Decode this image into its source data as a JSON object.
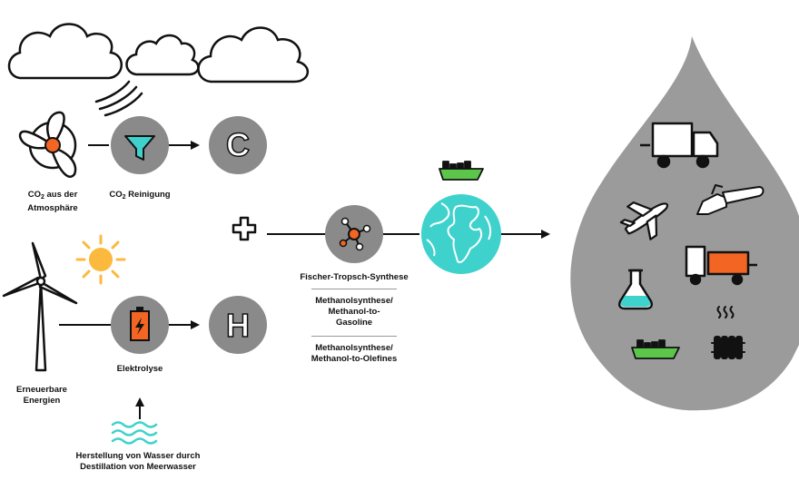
{
  "labels": {
    "co2_line1_pre": "CO",
    "co2_line1_sub": "2",
    "co2_line1_post": " aus der",
    "co2_line2": "Atmosphäre",
    "co2_clean_pre": "CO",
    "co2_clean_sub": "2",
    "co2_clean_post": " Reinigung",
    "renew_line1": "Erneuerbare",
    "renew_line2": "Energien",
    "electrolysis": "Elektrolyse",
    "water_line1": "Herstellung von Wasser durch",
    "water_line2": "Destillation von Meerwasser",
    "fischer": "Fischer-Tropsch-Synthese",
    "mtg_line1": "Methanolsynthese/",
    "mtg_line2": "Methanol-to-",
    "mtg_line3": "Gasoline",
    "mto_line1": "Methanolsynthese/",
    "mto_line2": "Methanol-to-Olefines"
  },
  "letters": {
    "carbon": "C",
    "hydrogen": "H"
  },
  "colors": {
    "node_gray": "#8a8a8a",
    "drop_gray": "#9b9b9b",
    "accent_orange": "#f26522",
    "teal": "#3fd2cc",
    "sun_yellow": "#fbb93d",
    "ship_green": "#5cc64a",
    "ink": "#111111"
  },
  "icons": [
    "cloud-icon",
    "fan-icon",
    "filter-icon",
    "carbon-icon",
    "plus-icon",
    "wind-turbine-icon",
    "sun-icon",
    "battery-icon",
    "hydrogen-icon",
    "water-waves-icon",
    "molecule-icon",
    "ship-icon",
    "globe-icon",
    "fuel-drop-icon",
    "truck-icon",
    "airplane-icon",
    "chainsaw-icon",
    "flask-icon",
    "radiator-icon"
  ]
}
